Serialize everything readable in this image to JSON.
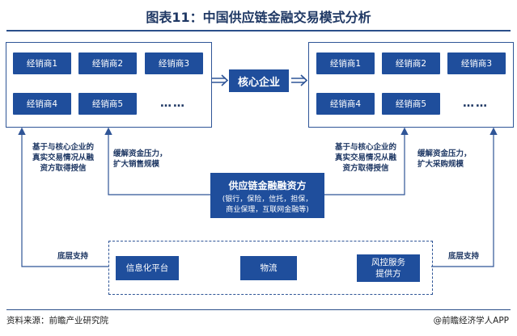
{
  "title": "图表11：中国供应链金融交易模式分析",
  "left_dealers": [
    "经销商1",
    "经销商2",
    "经销商3",
    "经销商4",
    "经销商5",
    "……"
  ],
  "right_dealers": [
    "经销商1",
    "经销商2",
    "经销商3",
    "经销商4",
    "经销商5",
    "……"
  ],
  "core": "核心企业",
  "finance": {
    "title": "供应链金融融资方",
    "sub_line1": "(银行，保险，信托，担保，",
    "sub_line2": "商业保理，互联网金融等)"
  },
  "left_side": {
    "credit_line1": "基于与核心企业的",
    "credit_line2": "真实交易情况从融",
    "credit_line3": "资方取得授信",
    "ease_line1": "缓解资金压力，",
    "ease_line2": "扩大销售规模",
    "support": "底层支持"
  },
  "right_side": {
    "credit_line1": "基于与核心企业的",
    "credit_line2": "真实交易情况从融",
    "credit_line3": "资方取得授信",
    "ease_line1": "缓解资金压力，",
    "ease_line2": "扩大采购规模",
    "support": "底层支持"
  },
  "supports": {
    "info": "信息化平台",
    "logistics": "物流",
    "risk_line1": "风控服务",
    "risk_line2": "提供方"
  },
  "footer": {
    "source": "资料来源：前瞻产业研究院",
    "brand": "@前瞻经济学人APP"
  }
}
